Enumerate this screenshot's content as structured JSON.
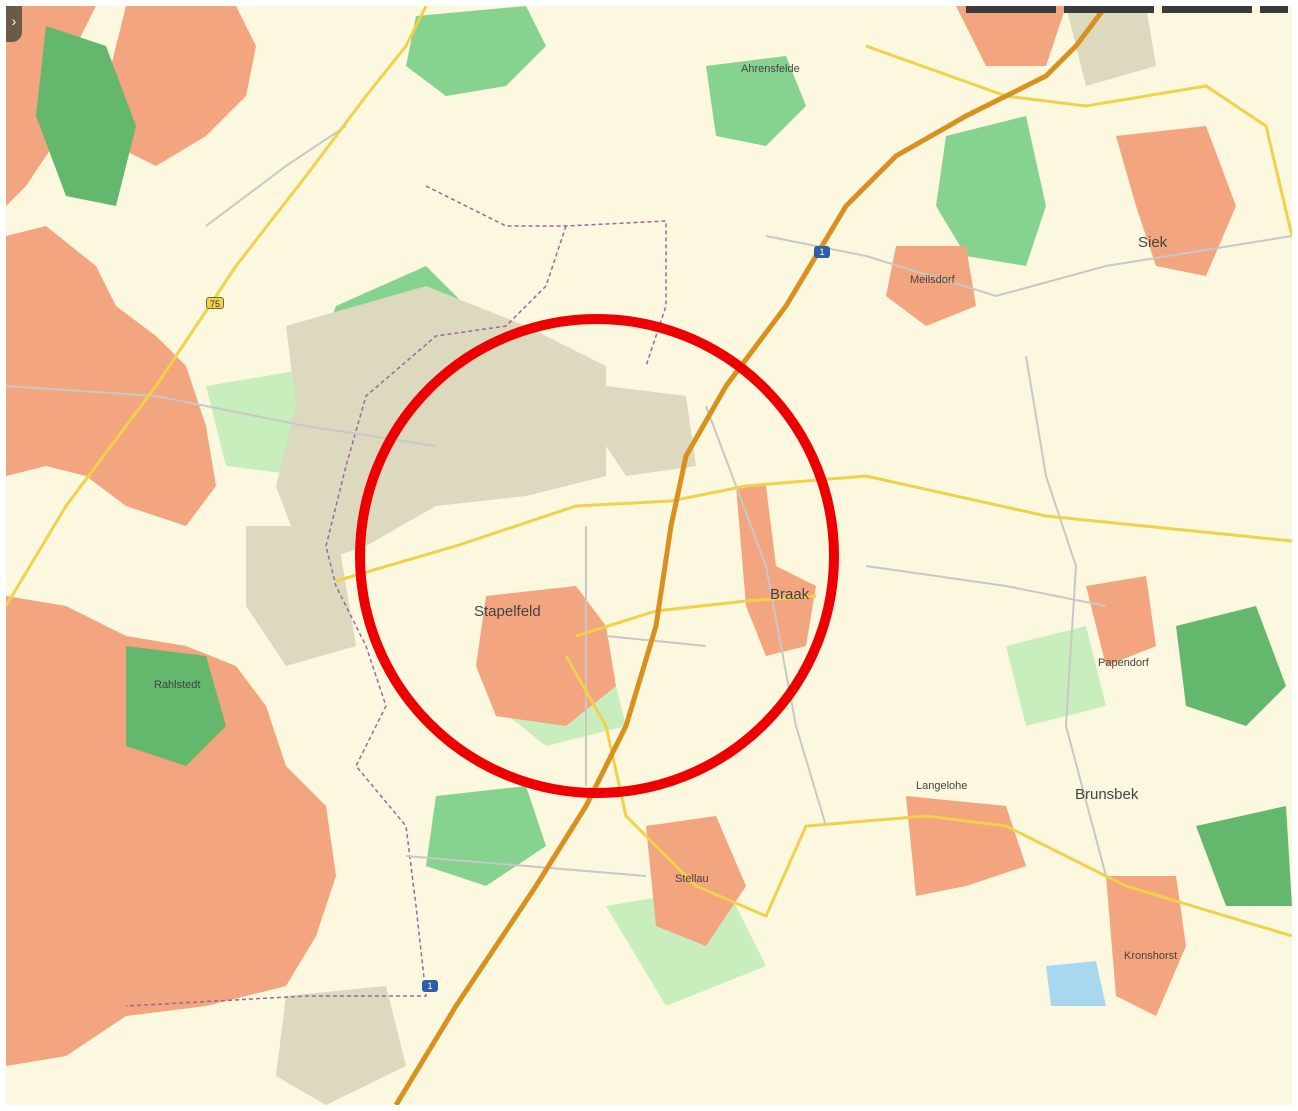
{
  "map": {
    "panel_toggle_glyph": "›",
    "colors": {
      "background": "#fbf8df",
      "settlement": "#f2a57e",
      "forest": "#86d38f",
      "forest_dark": "#63b86d",
      "meadow": "#c9eebd",
      "bare_land": "#dcd9bf",
      "motorway": "#d9901e",
      "major_road": "#f0d24a",
      "minor_road": "#c8c8c8",
      "boundary": "#a064a0",
      "highlight_circle": "#ee0000"
    },
    "places": [
      {
        "id": "ahrensfelde",
        "label": "Ahrensfelde",
        "size": "village"
      },
      {
        "id": "siek",
        "label": "Siek",
        "size": "town"
      },
      {
        "id": "meilsdorf",
        "label": "Meilsdorf",
        "size": "village"
      },
      {
        "id": "stapelfeld",
        "label": "Stapelfeld",
        "size": "town"
      },
      {
        "id": "braak",
        "label": "Braak",
        "size": "town"
      },
      {
        "id": "papendorf",
        "label": "Papendorf",
        "size": "village"
      },
      {
        "id": "rahlstedt",
        "label": "Rahlstedt",
        "size": "village"
      },
      {
        "id": "langelohe",
        "label": "Langelohe",
        "size": "village"
      },
      {
        "id": "brunsbek",
        "label": "Brunsbek",
        "size": "town"
      },
      {
        "id": "stellau",
        "label": "Stellau",
        "size": "village"
      },
      {
        "id": "kronshorst",
        "label": "Kronshorst",
        "size": "village"
      }
    ],
    "road_shields": [
      {
        "id": "a1-north",
        "label": "1",
        "type": "autobahn"
      },
      {
        "id": "b75",
        "label": "75",
        "type": "bundesstrasse"
      },
      {
        "id": "a1-south",
        "label": "1",
        "type": "autobahn"
      }
    ]
  }
}
